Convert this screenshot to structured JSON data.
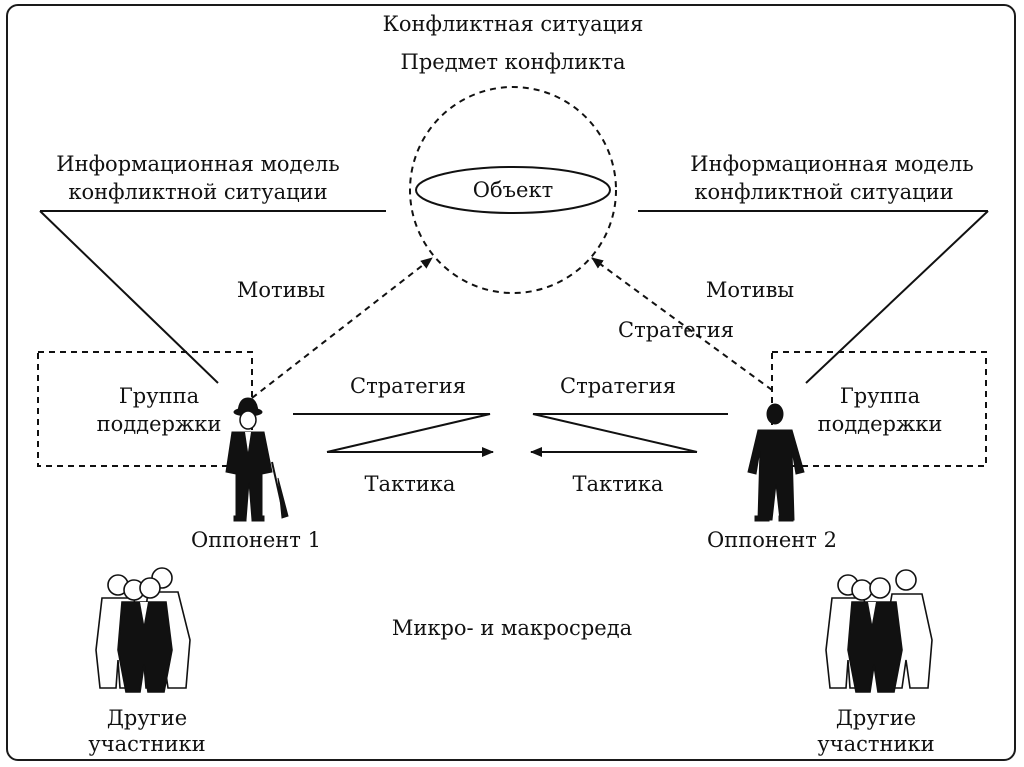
{
  "title": "Конфликтная ситуация",
  "subject": "Предмет конфликта",
  "object": "Объект",
  "info_model_left": {
    "line1": "Информационная модель",
    "line2": "конфликтной ситуации"
  },
  "info_model_right": {
    "line1": "Информационная модель",
    "line2": "конфликтной ситуации"
  },
  "motives_left": "Мотивы",
  "motives_right": "Мотивы",
  "strategy_right_top": "Стратегия",
  "strategy_left": "Стратегия",
  "strategy_right": "Стратегия",
  "tactics_left": "Тактика",
  "tactics_right": "Тактика",
  "support_group_left": {
    "line1": "Группа",
    "line2": "поддержки"
  },
  "support_group_right": {
    "line1": "Группа",
    "line2": "поддержки"
  },
  "opponent1": "Оппонент 1",
  "opponent2": "Оппонент 2",
  "environment": "Микро- и макросреда",
  "others_left": {
    "line1": "Другие",
    "line2": "участники"
  },
  "others_right": {
    "line1": "Другие",
    "line2": "участники"
  }
}
